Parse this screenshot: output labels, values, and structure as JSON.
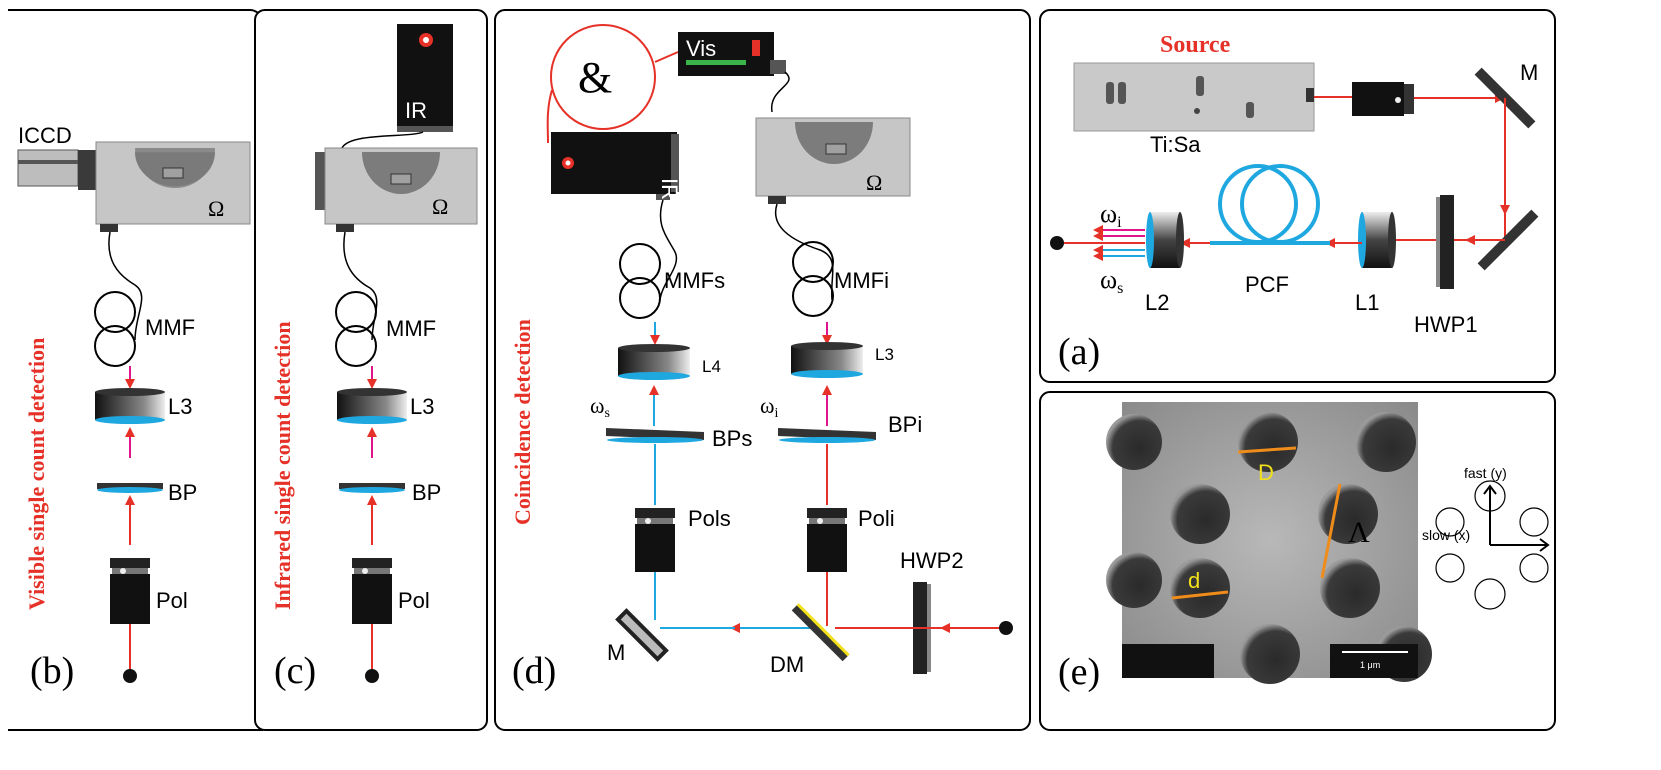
{
  "panels": {
    "a": {
      "tag": "(a)",
      "title": "Source",
      "laser": "Ti:Sa",
      "mirror": "M",
      "lens1": "L1",
      "lens2": "L2",
      "hwp": "HWP1",
      "fiber": "PCF",
      "omega_i": "ω",
      "omega_i_sub": "i",
      "omega_s": "ω",
      "omega_s_sub": "s"
    },
    "b": {
      "tag": "(b)",
      "side": "Visible single count detection",
      "detector": "ICCD",
      "omega": "Ω",
      "fiber": "MMF",
      "lens": "L3",
      "filter": "BP",
      "pol": "Pol"
    },
    "c": {
      "tag": "(c)",
      "side": "Infrared single count detection",
      "detector": "IR",
      "omega": "Ω",
      "fiber": "MMF",
      "lens": "L3",
      "filter": "BP",
      "pol": "Pol"
    },
    "d": {
      "tag": "(d)",
      "side": "Coincidence detection",
      "amp": "&",
      "vis": "Vis",
      "ir": "IR",
      "omega": "Ω",
      "fiber_s": "MMFs",
      "fiber_i": "MMFi",
      "lens4": "L4",
      "lens3": "L3",
      "omega_s": "ω",
      "omega_s_sub": "s",
      "omega_i": "ω",
      "omega_i_sub": "i",
      "bp_s": "BPs",
      "bp_i": "BPi",
      "pol_s": "Pols",
      "pol_i": "Poli",
      "hwp": "HWP2",
      "mirror": "M",
      "dm": "DM"
    },
    "e": {
      "tag": "(e)",
      "label_D": "D",
      "label_d": "d",
      "label_lambda": "Λ",
      "fast": "fast (y)",
      "slow": "slow (x)",
      "scale": "1 μm"
    }
  },
  "colors": {
    "red": "#e53127",
    "magenta": "#e0148c",
    "blue": "#1fa8e0",
    "yellow": "#f2e01a",
    "orange": "#f08c1a"
  }
}
